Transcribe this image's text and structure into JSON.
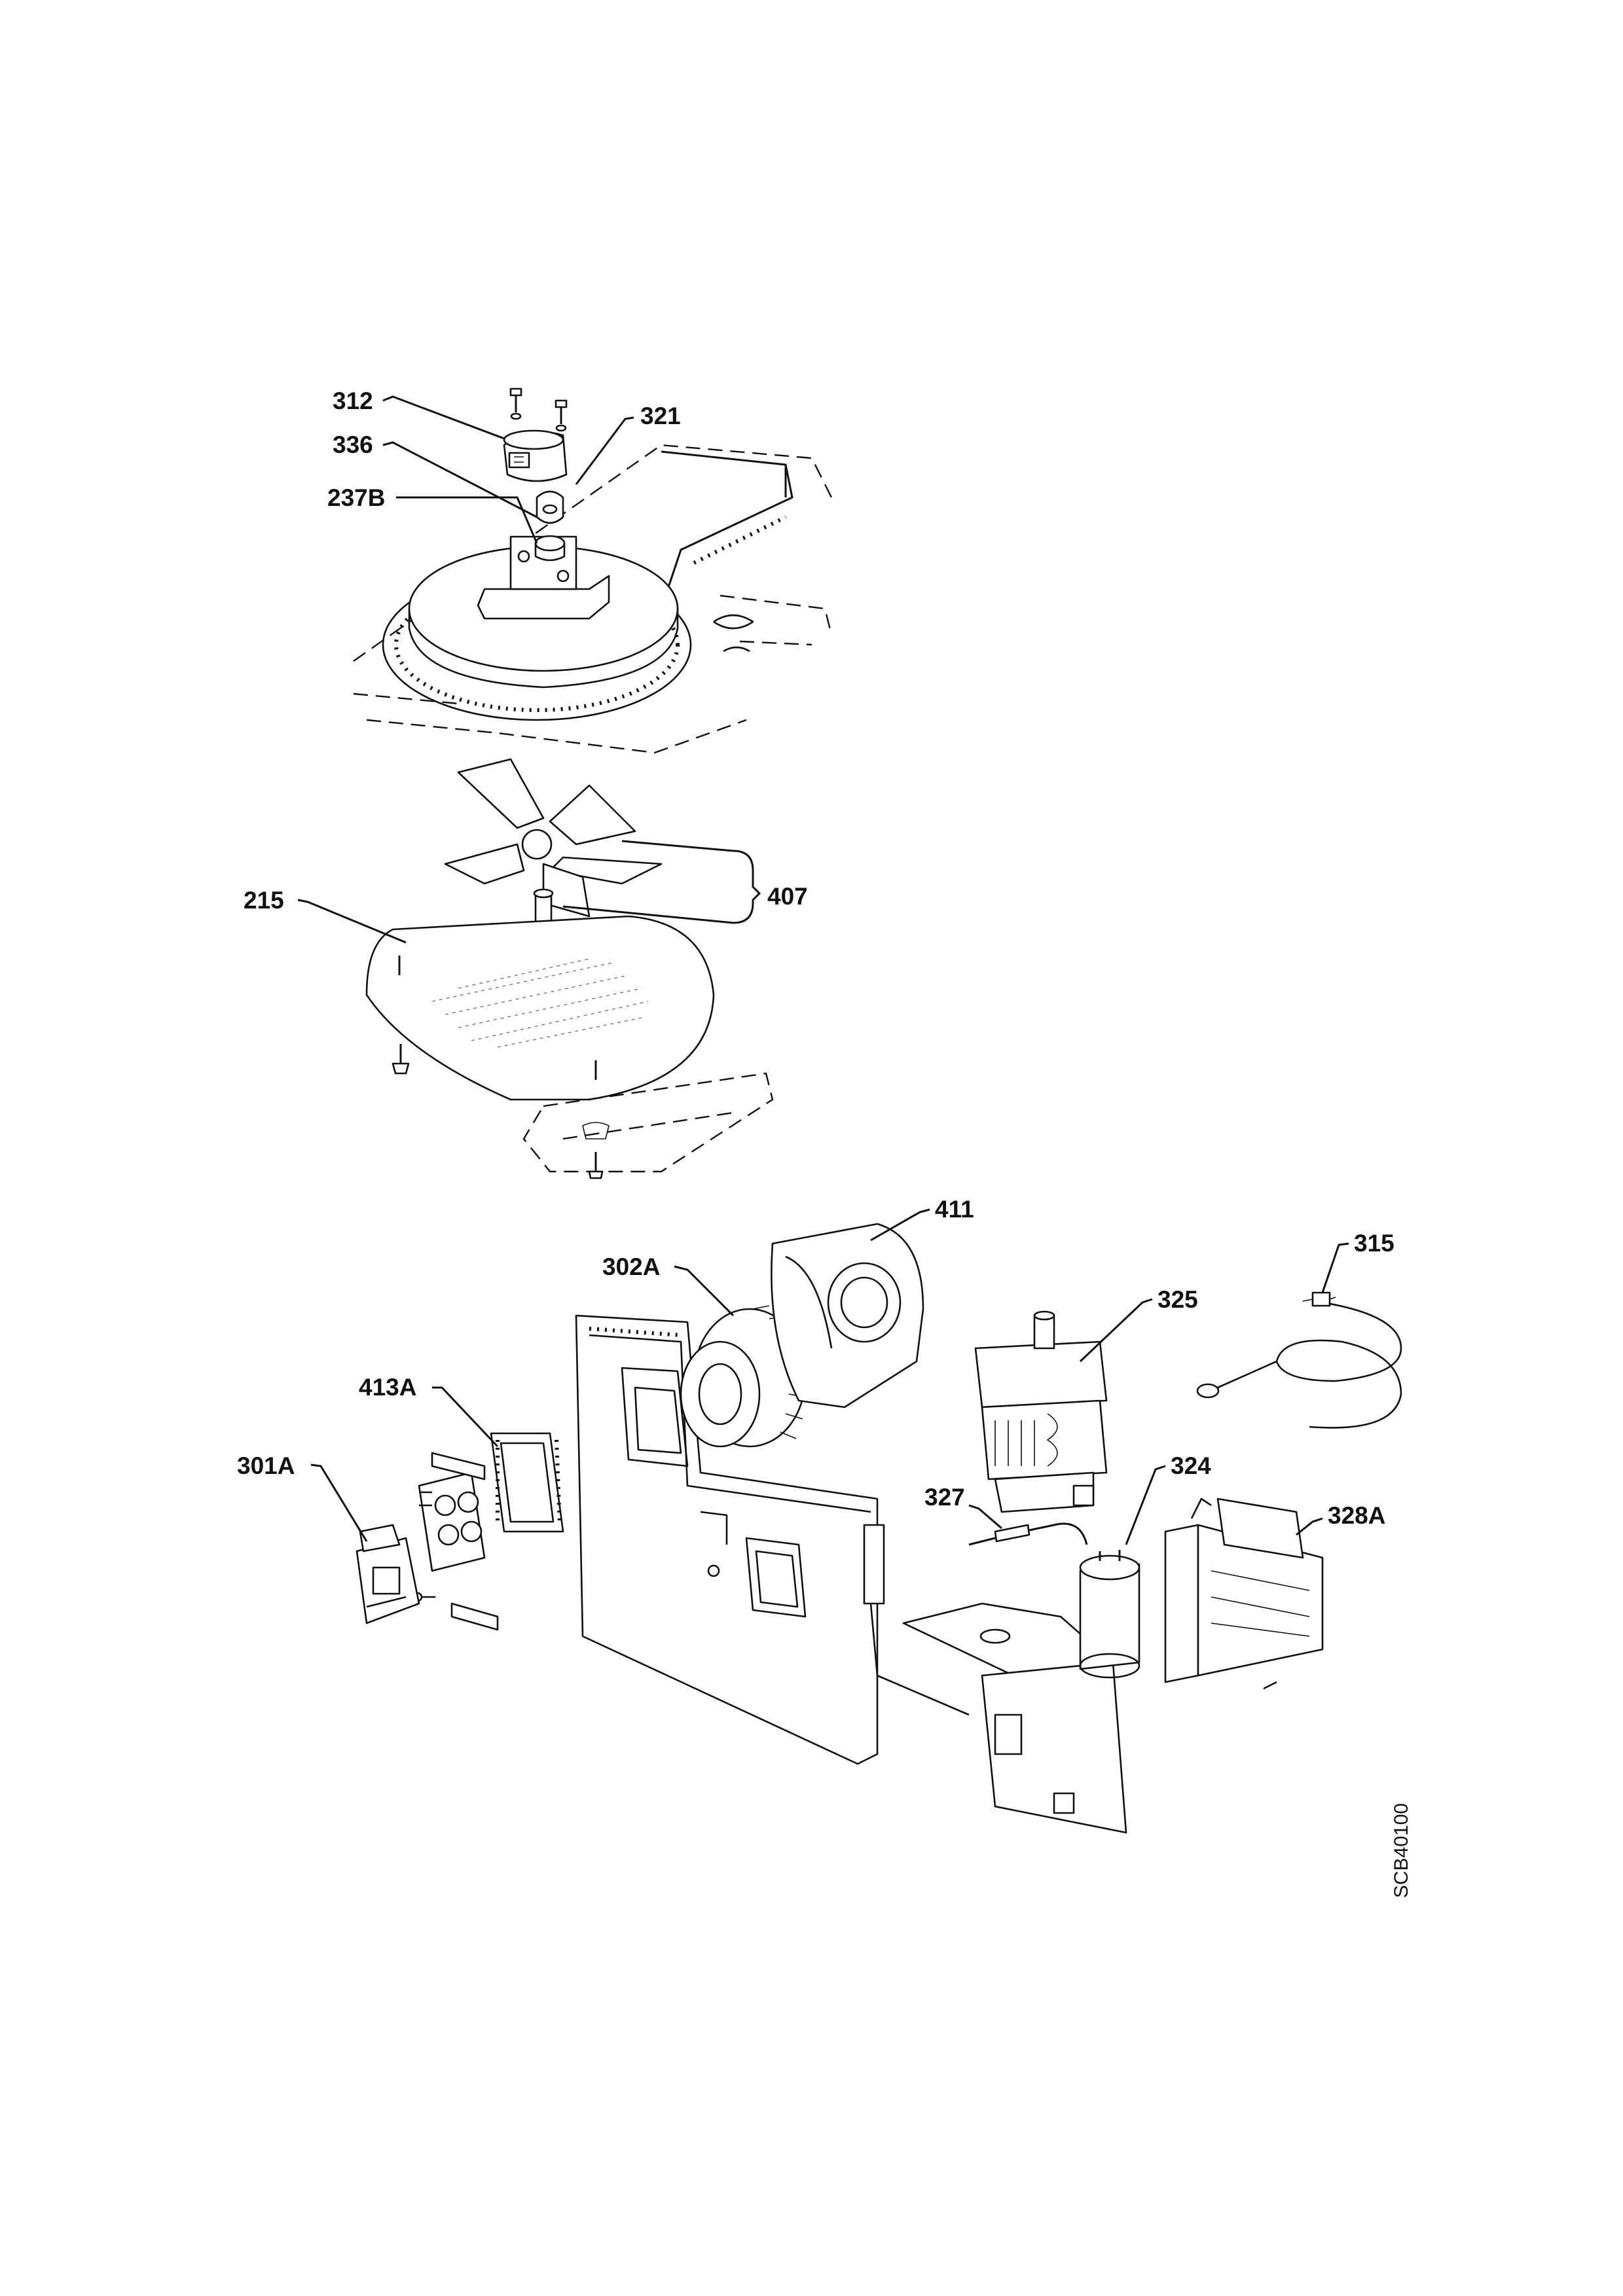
{
  "diagram": {
    "drawing_code": "SCB40100",
    "callouts": [
      {
        "id": "312",
        "label": "312"
      },
      {
        "id": "321",
        "label": "321"
      },
      {
        "id": "336",
        "label": "336"
      },
      {
        "id": "237B",
        "label": "237B"
      },
      {
        "id": "407",
        "label": "407"
      },
      {
        "id": "215",
        "label": "215"
      },
      {
        "id": "411",
        "label": "411"
      },
      {
        "id": "315",
        "label": "315"
      },
      {
        "id": "302A",
        "label": "302A"
      },
      {
        "id": "325",
        "label": "325"
      },
      {
        "id": "413A",
        "label": "413A"
      },
      {
        "id": "301A",
        "label": "301A"
      },
      {
        "id": "324",
        "label": "324"
      },
      {
        "id": "327",
        "label": "327"
      },
      {
        "id": "328A",
        "label": "328A"
      }
    ]
  }
}
